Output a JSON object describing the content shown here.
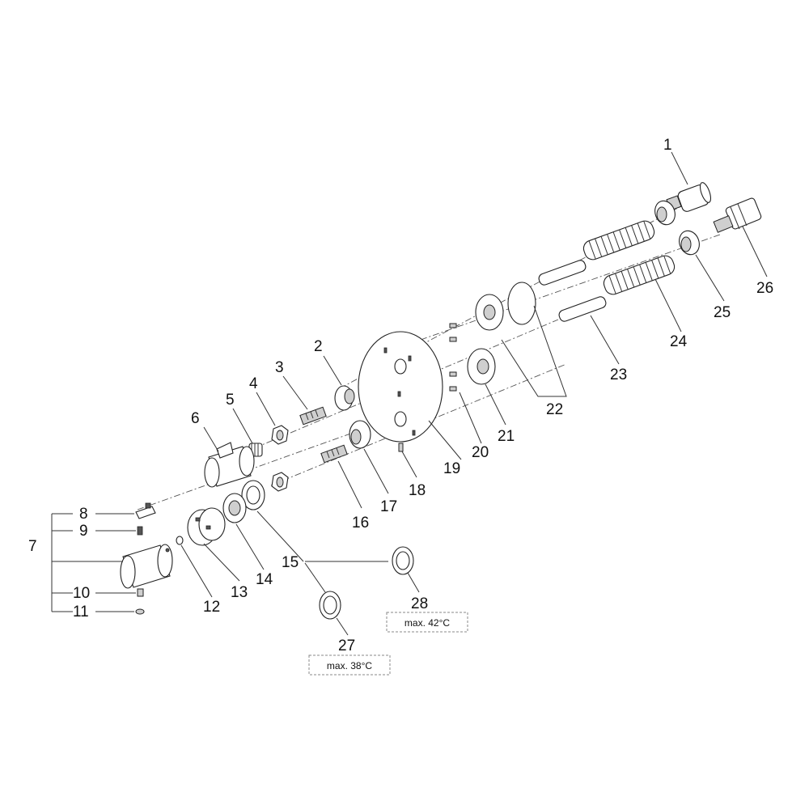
{
  "diagram": {
    "part_numbers": [
      "1",
      "2",
      "3",
      "4",
      "5",
      "6",
      "7",
      "8",
      "9",
      "10",
      "11",
      "12",
      "13",
      "14",
      "15",
      "16",
      "17",
      "18",
      "19",
      "20",
      "21",
      "22",
      "23",
      "24",
      "25",
      "26",
      "27",
      "28"
    ],
    "notes": {
      "part_27": "max. 38°C",
      "part_28": "max. 42°C"
    },
    "colors": {
      "line": "#222222",
      "shade": "#cfcfcf",
      "background": "#ffffff"
    }
  }
}
